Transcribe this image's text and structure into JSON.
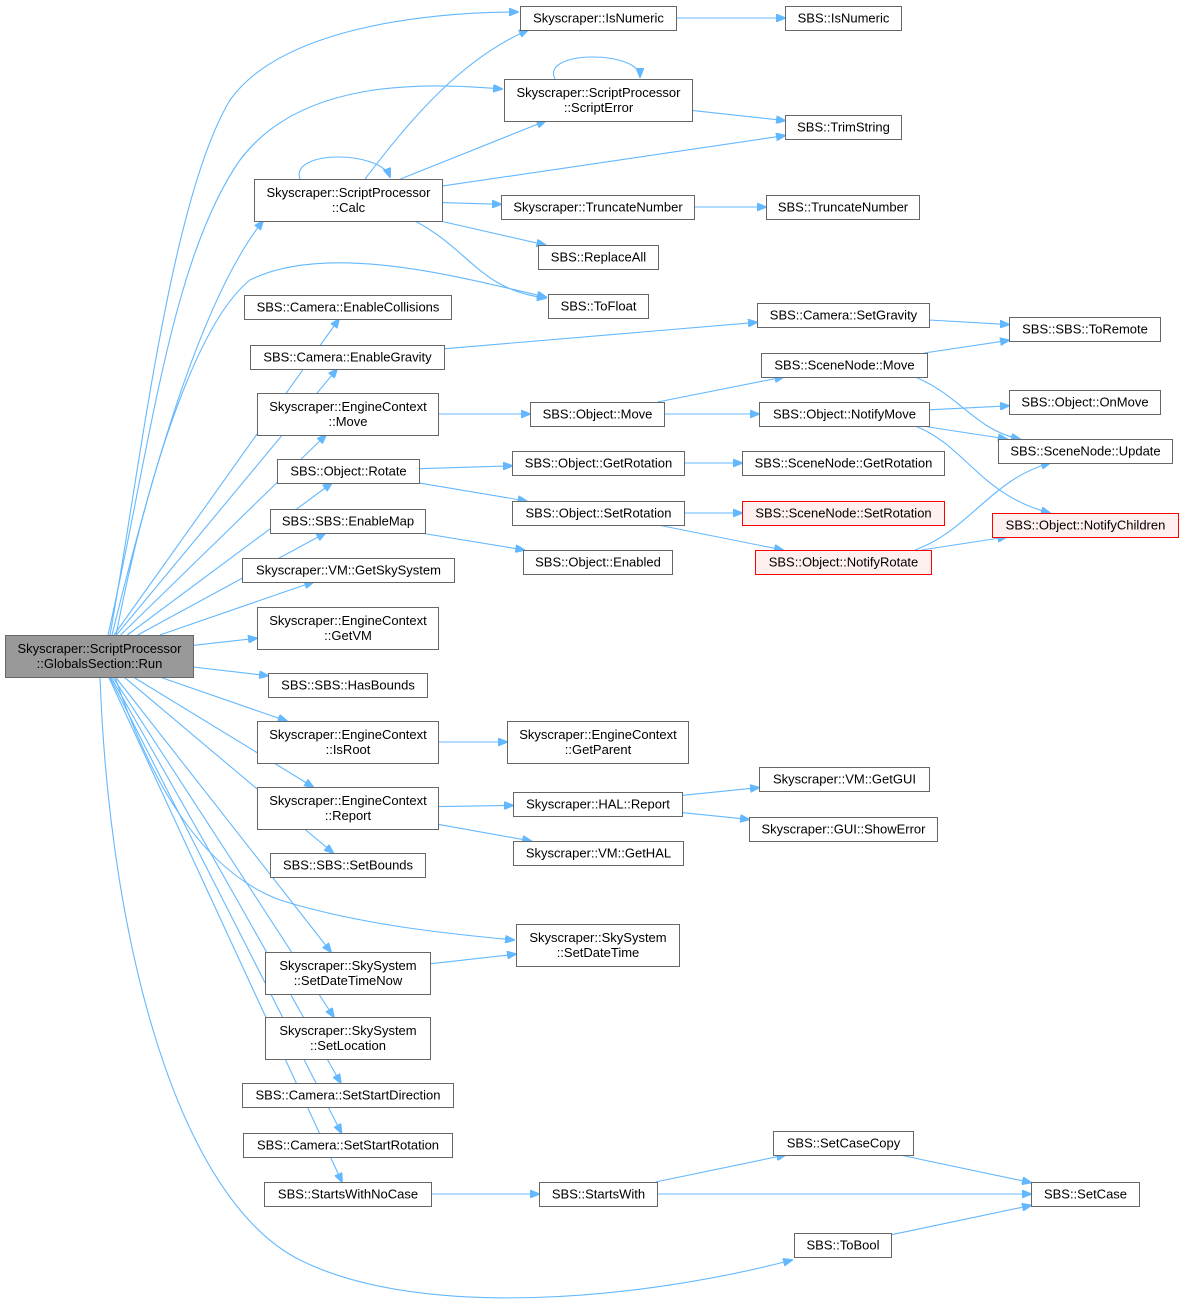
{
  "colors": {
    "edge": "#63b8ff",
    "node_border": "#666666",
    "root_fill": "#999999",
    "truncated_fill": "#fff0f0",
    "truncated_border": "#ff0000"
  },
  "nodes": [
    {
      "id": "root",
      "lines": [
        "Skyscraper::ScriptProcessor",
        "::GlobalsSection::Run"
      ],
      "kind": "root"
    },
    {
      "id": "isnumeric_sky",
      "lines": [
        "Skyscraper::IsNumeric"
      ]
    },
    {
      "id": "isnumeric_sbs",
      "lines": [
        "SBS::IsNumeric"
      ]
    },
    {
      "id": "scripterror",
      "lines": [
        "Skyscraper::ScriptProcessor",
        "::ScriptError"
      ]
    },
    {
      "id": "trimstring",
      "lines": [
        "SBS::TrimString"
      ]
    },
    {
      "id": "calc",
      "lines": [
        "Skyscraper::ScriptProcessor",
        "::Calc"
      ]
    },
    {
      "id": "truncate_sky",
      "lines": [
        "Skyscraper::TruncateNumber"
      ]
    },
    {
      "id": "truncate_sbs",
      "lines": [
        "SBS::TruncateNumber"
      ]
    },
    {
      "id": "replaceall",
      "lines": [
        "SBS::ReplaceAll"
      ]
    },
    {
      "id": "tofloat",
      "lines": [
        "SBS::ToFloat"
      ]
    },
    {
      "id": "enablecollisions",
      "lines": [
        "SBS::Camera::EnableCollisions"
      ]
    },
    {
      "id": "setgravity",
      "lines": [
        "SBS::Camera::SetGravity"
      ]
    },
    {
      "id": "toremote",
      "lines": [
        "SBS::SBS::ToRemote"
      ]
    },
    {
      "id": "enablegravity",
      "lines": [
        "SBS::Camera::EnableGravity"
      ]
    },
    {
      "id": "scenenode_move",
      "lines": [
        "SBS::SceneNode::Move"
      ]
    },
    {
      "id": "ec_move",
      "lines": [
        "Skyscraper::EngineContext",
        "::Move"
      ]
    },
    {
      "id": "object_move",
      "lines": [
        "SBS::Object::Move"
      ]
    },
    {
      "id": "notifymove",
      "lines": [
        "SBS::Object::NotifyMove"
      ]
    },
    {
      "id": "onmove",
      "lines": [
        "SBS::Object::OnMove"
      ]
    },
    {
      "id": "scenenode_update",
      "lines": [
        "SBS::SceneNode::Update"
      ]
    },
    {
      "id": "object_rotate",
      "lines": [
        "SBS::Object::Rotate"
      ]
    },
    {
      "id": "getrotation",
      "lines": [
        "SBS::Object::GetRotation"
      ]
    },
    {
      "id": "scenenode_getrotation",
      "lines": [
        "SBS::SceneNode::GetRotation"
      ]
    },
    {
      "id": "setrotation",
      "lines": [
        "SBS::Object::SetRotation"
      ]
    },
    {
      "id": "scenenode_setrotation",
      "lines": [
        "SBS::SceneNode::SetRotation"
      ],
      "kind": "trunc"
    },
    {
      "id": "notifychildren",
      "lines": [
        "SBS::Object::NotifyChildren"
      ],
      "kind": "trunc"
    },
    {
      "id": "enablemap",
      "lines": [
        "SBS::SBS::EnableMap"
      ]
    },
    {
      "id": "notifyrotate",
      "lines": [
        "SBS::Object::NotifyRotate"
      ],
      "kind": "trunc"
    },
    {
      "id": "enabled",
      "lines": [
        "SBS::Object::Enabled"
      ]
    },
    {
      "id": "getskysystem",
      "lines": [
        "Skyscraper::VM::GetSkySystem"
      ]
    },
    {
      "id": "getvm",
      "lines": [
        "Skyscraper::EngineContext",
        "::GetVM"
      ]
    },
    {
      "id": "hasbounds",
      "lines": [
        "SBS::SBS::HasBounds"
      ]
    },
    {
      "id": "isroot",
      "lines": [
        "Skyscraper::EngineContext",
        "::IsRoot"
      ]
    },
    {
      "id": "getparent",
      "lines": [
        "Skyscraper::EngineContext",
        "::GetParent"
      ]
    },
    {
      "id": "getgui",
      "lines": [
        "Skyscraper::VM::GetGUI"
      ]
    },
    {
      "id": "ec_report",
      "lines": [
        "Skyscraper::EngineContext",
        "::Report"
      ]
    },
    {
      "id": "hal_report",
      "lines": [
        "Skyscraper::HAL::Report"
      ]
    },
    {
      "id": "showerror",
      "lines": [
        "Skyscraper::GUI::ShowError"
      ]
    },
    {
      "id": "gethal",
      "lines": [
        "Skyscraper::VM::GetHAL"
      ]
    },
    {
      "id": "setbounds",
      "lines": [
        "SBS::SBS::SetBounds"
      ]
    },
    {
      "id": "setdatetime",
      "lines": [
        "Skyscraper::SkySystem",
        "::SetDateTime"
      ]
    },
    {
      "id": "setdatetimenow",
      "lines": [
        "Skyscraper::SkySystem",
        "::SetDateTimeNow"
      ]
    },
    {
      "id": "setlocation",
      "lines": [
        "Skyscraper::SkySystem",
        "::SetLocation"
      ]
    },
    {
      "id": "setstartdirection",
      "lines": [
        "SBS::Camera::SetStartDirection"
      ]
    },
    {
      "id": "setstartrotation",
      "lines": [
        "SBS::Camera::SetStartRotation"
      ]
    },
    {
      "id": "setcasecopy",
      "lines": [
        "SBS::SetCaseCopy"
      ]
    },
    {
      "id": "startswithnocase",
      "lines": [
        "SBS::StartsWithNoCase"
      ]
    },
    {
      "id": "startswith",
      "lines": [
        "SBS::StartsWith"
      ]
    },
    {
      "id": "setcase",
      "lines": [
        "SBS::SetCase"
      ]
    },
    {
      "id": "tobool",
      "lines": [
        "SBS::ToBool"
      ]
    }
  ],
  "edges": [
    [
      "root",
      "isnumeric_sky"
    ],
    [
      "root",
      "scripterror"
    ],
    [
      "root",
      "calc"
    ],
    [
      "root",
      "tofloat"
    ],
    [
      "root",
      "enablecollisions"
    ],
    [
      "root",
      "enablegravity"
    ],
    [
      "root",
      "ec_move"
    ],
    [
      "root",
      "object_rotate"
    ],
    [
      "root",
      "enablemap"
    ],
    [
      "root",
      "getskysystem"
    ],
    [
      "root",
      "getvm"
    ],
    [
      "root",
      "hasbounds"
    ],
    [
      "root",
      "isroot"
    ],
    [
      "root",
      "ec_report"
    ],
    [
      "root",
      "setbounds"
    ],
    [
      "root",
      "setdatetime"
    ],
    [
      "root",
      "setdatetimenow"
    ],
    [
      "root",
      "setlocation"
    ],
    [
      "root",
      "setstartdirection"
    ],
    [
      "root",
      "setstartrotation"
    ],
    [
      "root",
      "startswithnocase"
    ],
    [
      "root",
      "tobool"
    ],
    [
      "isnumeric_sky",
      "isnumeric_sbs"
    ],
    [
      "scripterror",
      "scripterror"
    ],
    [
      "scripterror",
      "trimstring"
    ],
    [
      "calc",
      "calc"
    ],
    [
      "calc",
      "isnumeric_sky"
    ],
    [
      "calc",
      "scripterror"
    ],
    [
      "calc",
      "trimstring"
    ],
    [
      "calc",
      "truncate_sky"
    ],
    [
      "calc",
      "replaceall"
    ],
    [
      "calc",
      "tofloat"
    ],
    [
      "truncate_sky",
      "truncate_sbs"
    ],
    [
      "enablegravity",
      "setgravity"
    ],
    [
      "setgravity",
      "toremote"
    ],
    [
      "ec_move",
      "object_move"
    ],
    [
      "object_move",
      "scenenode_move"
    ],
    [
      "object_move",
      "notifymove"
    ],
    [
      "scenenode_move",
      "toremote"
    ],
    [
      "scenenode_move",
      "scenenode_update"
    ],
    [
      "notifymove",
      "onmove"
    ],
    [
      "notifymove",
      "scenenode_update"
    ],
    [
      "notifymove",
      "notifychildren"
    ],
    [
      "object_rotate",
      "getrotation"
    ],
    [
      "object_rotate",
      "setrotation"
    ],
    [
      "getrotation",
      "scenenode_getrotation"
    ],
    [
      "setrotation",
      "scenenode_setrotation"
    ],
    [
      "setrotation",
      "notifyrotate"
    ],
    [
      "notifyrotate",
      "scenenode_update"
    ],
    [
      "notifyrotate",
      "notifychildren"
    ],
    [
      "enablemap",
      "enabled"
    ],
    [
      "isroot",
      "getparent"
    ],
    [
      "ec_report",
      "hal_report"
    ],
    [
      "ec_report",
      "gethal"
    ],
    [
      "hal_report",
      "getgui"
    ],
    [
      "hal_report",
      "showerror"
    ],
    [
      "setdatetimenow",
      "setdatetime"
    ],
    [
      "startswithnocase",
      "startswith"
    ],
    [
      "startswith",
      "setcasecopy"
    ],
    [
      "startswith",
      "setcase"
    ],
    [
      "setcasecopy",
      "setcase"
    ],
    [
      "tobool",
      "setcase"
    ]
  ]
}
